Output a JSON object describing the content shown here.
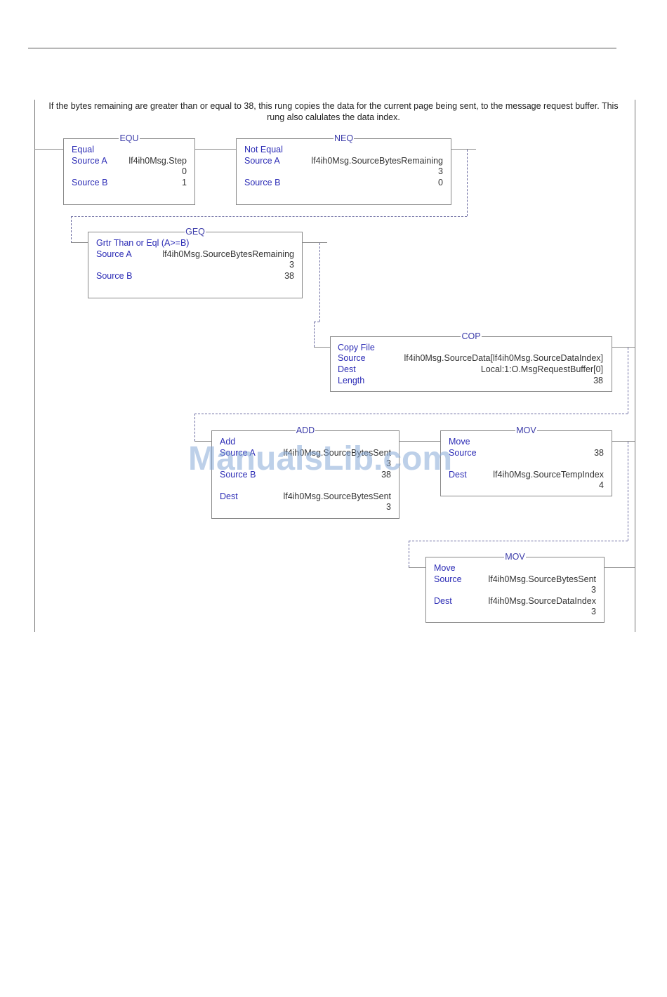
{
  "rung": {
    "comment": "If the bytes remaining are greater than or equal to 38, this rung copies the data for the current page being sent, to the message request buffer.  This rung also calulates the data index."
  },
  "blocks": {
    "equ": {
      "title": "EQU",
      "name": "Equal",
      "source_a_label": "Source A",
      "source_a_tag": "lf4ih0Msg.Step",
      "source_a_value": "0",
      "source_b_label": "Source B",
      "source_b_value": "1"
    },
    "neq": {
      "title": "NEQ",
      "name": "Not Equal",
      "source_a_label": "Source A",
      "source_a_tag": "lf4ih0Msg.SourceBytesRemaining",
      "source_a_value": "3",
      "source_b_label": "Source B",
      "source_b_value": "0"
    },
    "geq": {
      "title": "GEQ",
      "name": "Grtr Than or Eql (A>=B)",
      "source_a_label": "Source A",
      "source_a_tag": "lf4ih0Msg.SourceBytesRemaining",
      "source_a_value": "3",
      "source_b_label": "Source B",
      "source_b_value": "38"
    },
    "cop": {
      "title": "COP",
      "name": "Copy File",
      "source_label": "Source",
      "source_tag": "lf4ih0Msg.SourceData[lf4ih0Msg.SourceDataIndex]",
      "dest_label": "Dest",
      "dest_tag": "Local:1:O.MsgRequestBuffer[0]",
      "length_label": "Length",
      "length_value": "38"
    },
    "add": {
      "title": "ADD",
      "name": "Add",
      "source_a_label": "Source A",
      "source_a_tag": "lf4ih0Msg.SourceBytesSent",
      "source_a_value": "3",
      "source_b_label": "Source B",
      "source_b_value": "38",
      "dest_label": "Dest",
      "dest_tag": "lf4ih0Msg.SourceBytesSent",
      "dest_value": "3"
    },
    "mov1": {
      "title": "MOV",
      "name": "Move",
      "source_label": "Source",
      "source_value": "38",
      "dest_label": "Dest",
      "dest_tag": "lf4ih0Msg.SourceTempIndex",
      "dest_value": "4"
    },
    "mov2": {
      "title": "MOV",
      "name": "Move",
      "source_label": "Source",
      "source_tag": "lf4ih0Msg.SourceBytesSent",
      "source_value": "3",
      "dest_label": "Dest",
      "dest_tag": "lf4ih0Msg.SourceDataIndex",
      "dest_value": "3"
    }
  },
  "watermark": "ManualsLib.com",
  "colors": {
    "label": "#2b2bb5",
    "title": "#3a3aa8",
    "wire": "#888888",
    "watermark": "#87aad7"
  }
}
